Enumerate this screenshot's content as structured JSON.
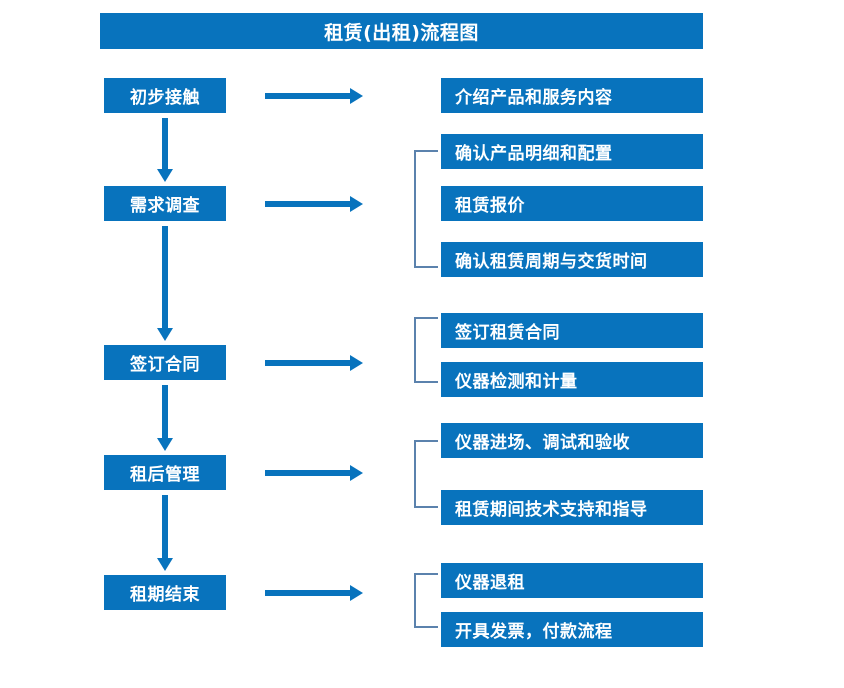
{
  "title": "租赁(出租)流程图",
  "colors": {
    "box_fill": "#0873bd",
    "box_text": "#ffffff",
    "arrow": "#0873bd",
    "bracket": "#5b82ad",
    "background": "#ffffff"
  },
  "steps": [
    {
      "label": "初步接触"
    },
    {
      "label": "需求调查"
    },
    {
      "label": "签订合同"
    },
    {
      "label": "租后管理"
    },
    {
      "label": "租期结束"
    }
  ],
  "details": [
    {
      "label": "介绍产品和服务内容"
    },
    {
      "label": "确认产品明细和配置"
    },
    {
      "label": "租赁报价"
    },
    {
      "label": "确认租赁周期与交货时间"
    },
    {
      "label": "签订租赁合同"
    },
    {
      "label": "仪器检测和计量"
    },
    {
      "label": "仪器进场、调试和验收"
    },
    {
      "label": "租赁期间技术支持和指导"
    },
    {
      "label": "仪器退租"
    },
    {
      "label": "开具发票，付款流程"
    }
  ],
  "chart_data": {
    "type": "flowchart",
    "title": "租赁(出租)流程图",
    "orientation": "vertical-left-column-with-right-detail-groups",
    "nodes": [
      {
        "id": "s1",
        "column": "left",
        "label": "初步接触"
      },
      {
        "id": "s2",
        "column": "left",
        "label": "需求调查"
      },
      {
        "id": "s3",
        "column": "left",
        "label": "签订合同"
      },
      {
        "id": "s4",
        "column": "left",
        "label": "租后管理"
      },
      {
        "id": "s5",
        "column": "left",
        "label": "租期结束"
      },
      {
        "id": "d1",
        "column": "right",
        "label": "介绍产品和服务内容"
      },
      {
        "id": "d2",
        "column": "right",
        "label": "确认产品明细和配置"
      },
      {
        "id": "d3",
        "column": "right",
        "label": "租赁报价"
      },
      {
        "id": "d4",
        "column": "right",
        "label": "确认租赁周期与交货时间"
      },
      {
        "id": "d5",
        "column": "right",
        "label": "签订租赁合同"
      },
      {
        "id": "d6",
        "column": "right",
        "label": "仪器检测和计量"
      },
      {
        "id": "d7",
        "column": "right",
        "label": "仪器进场、调试和验收"
      },
      {
        "id": "d8",
        "column": "right",
        "label": "租赁期间技术支持和指导"
      },
      {
        "id": "d9",
        "column": "right",
        "label": "仪器退租"
      },
      {
        "id": "d10",
        "column": "right",
        "label": "开具发票，付款流程"
      }
    ],
    "edges": [
      {
        "from": "s1",
        "to": "s2",
        "type": "arrow-down"
      },
      {
        "from": "s2",
        "to": "s3",
        "type": "arrow-down"
      },
      {
        "from": "s3",
        "to": "s4",
        "type": "arrow-down"
      },
      {
        "from": "s4",
        "to": "s5",
        "type": "arrow-down"
      },
      {
        "from": "s1",
        "to": "d1",
        "type": "arrow-right"
      },
      {
        "from": "s2",
        "to": [
          "d2",
          "d3",
          "d4"
        ],
        "type": "arrow-right-bracket"
      },
      {
        "from": "s3",
        "to": [
          "d5",
          "d6"
        ],
        "type": "arrow-right-bracket"
      },
      {
        "from": "s4",
        "to": [
          "d7",
          "d8"
        ],
        "type": "arrow-right-bracket"
      },
      {
        "from": "s5",
        "to": [
          "d9",
          "d10"
        ],
        "type": "arrow-right-bracket"
      }
    ]
  }
}
